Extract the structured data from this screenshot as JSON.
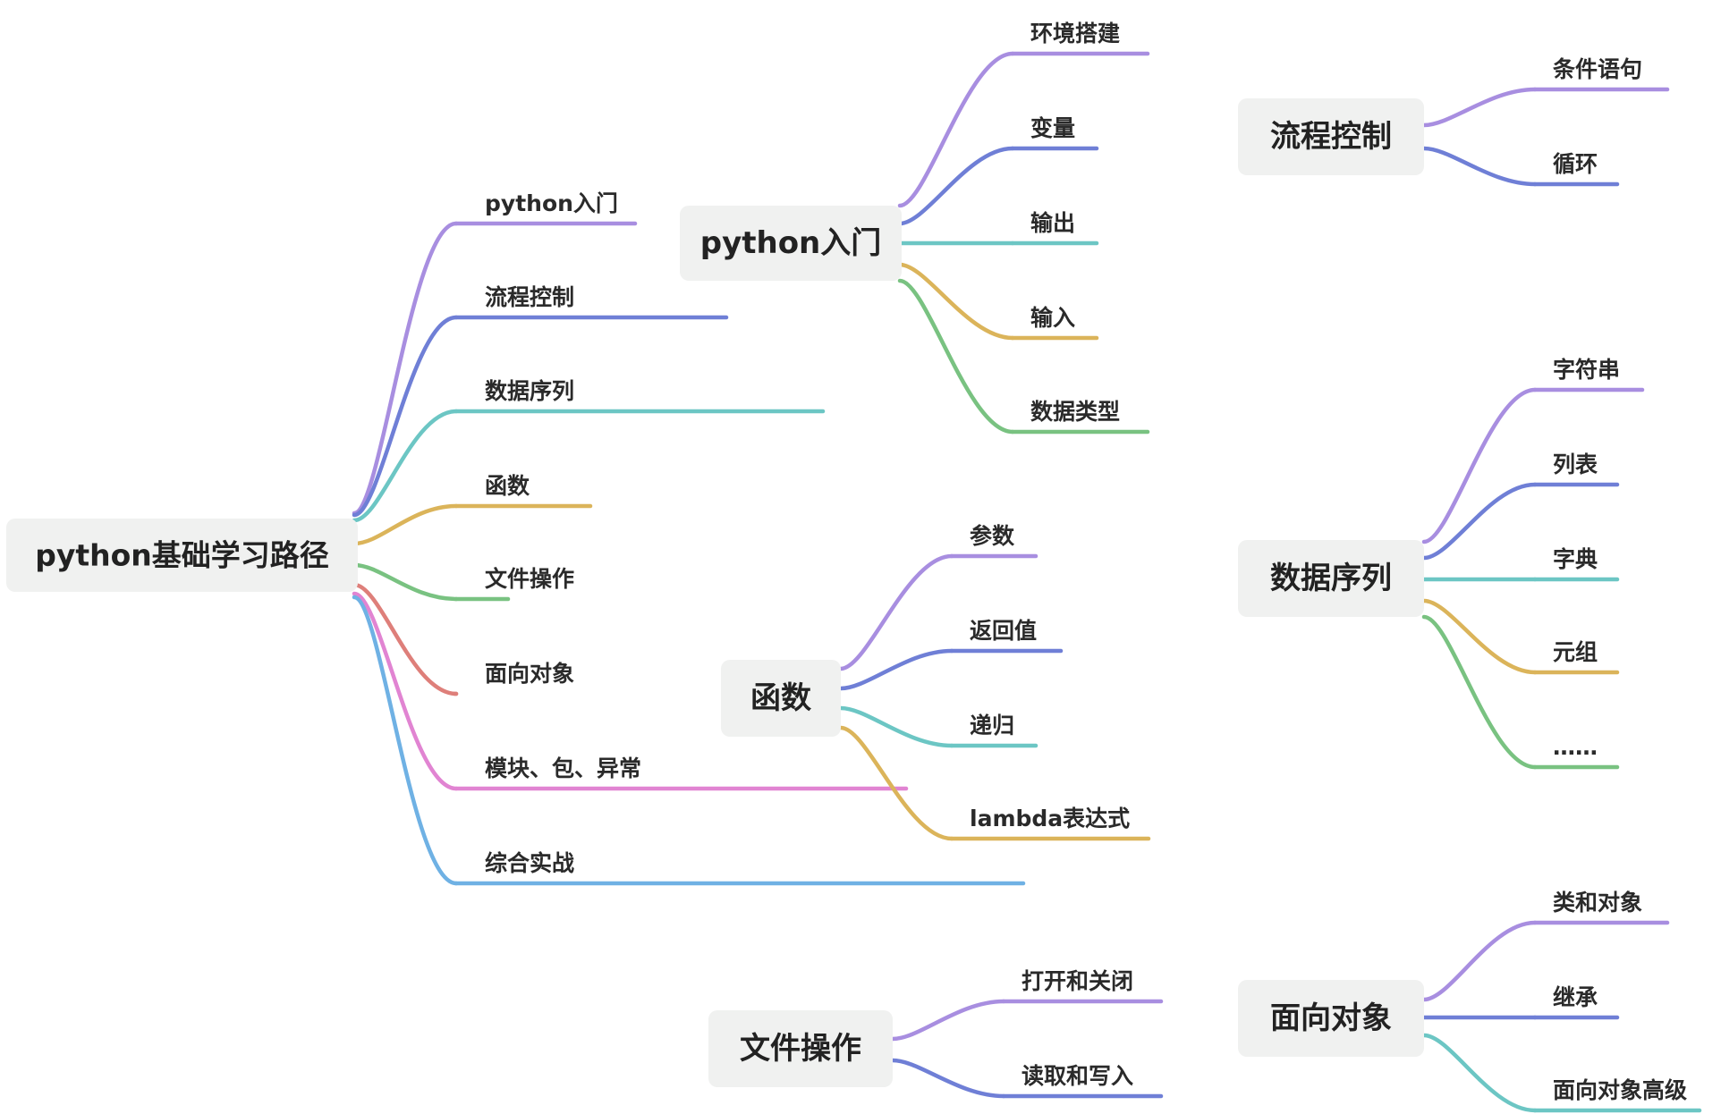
{
  "colors": {
    "purple": "#a88ee0",
    "indigo": "#6f7fd6",
    "teal": "#6cc6c4",
    "gold": "#dbb45a",
    "green": "#79c281",
    "red": "#de7f7a",
    "pink": "#e184d2",
    "blue": "#6fb1e4"
  },
  "root": {
    "label": "python基础学习路径",
    "children": [
      "python入门",
      "流程控制",
      "数据序列",
      "函数",
      "文件操作",
      "面向对象",
      "模块、包、异常",
      "综合实战"
    ]
  },
  "topics": [
    {
      "id": "intro",
      "label": "python入门",
      "children": [
        "环境搭建",
        "变量",
        "输出",
        "输入",
        "数据类型"
      ]
    },
    {
      "id": "flow",
      "label": "流程控制",
      "children": [
        "条件语句",
        "循环"
      ]
    },
    {
      "id": "seq",
      "label": "数据序列",
      "children": [
        "字符串",
        "列表",
        "字典",
        "元组",
        "……"
      ]
    },
    {
      "id": "func",
      "label": "函数",
      "children": [
        "参数",
        "返回值",
        "递归",
        "lambda表达式"
      ]
    },
    {
      "id": "file",
      "label": "文件操作",
      "children": [
        "打开和关闭",
        "读取和写入"
      ]
    },
    {
      "id": "oop",
      "label": "面向对象",
      "children": [
        "类和对象",
        "继承",
        "面向对象高级"
      ]
    }
  ]
}
